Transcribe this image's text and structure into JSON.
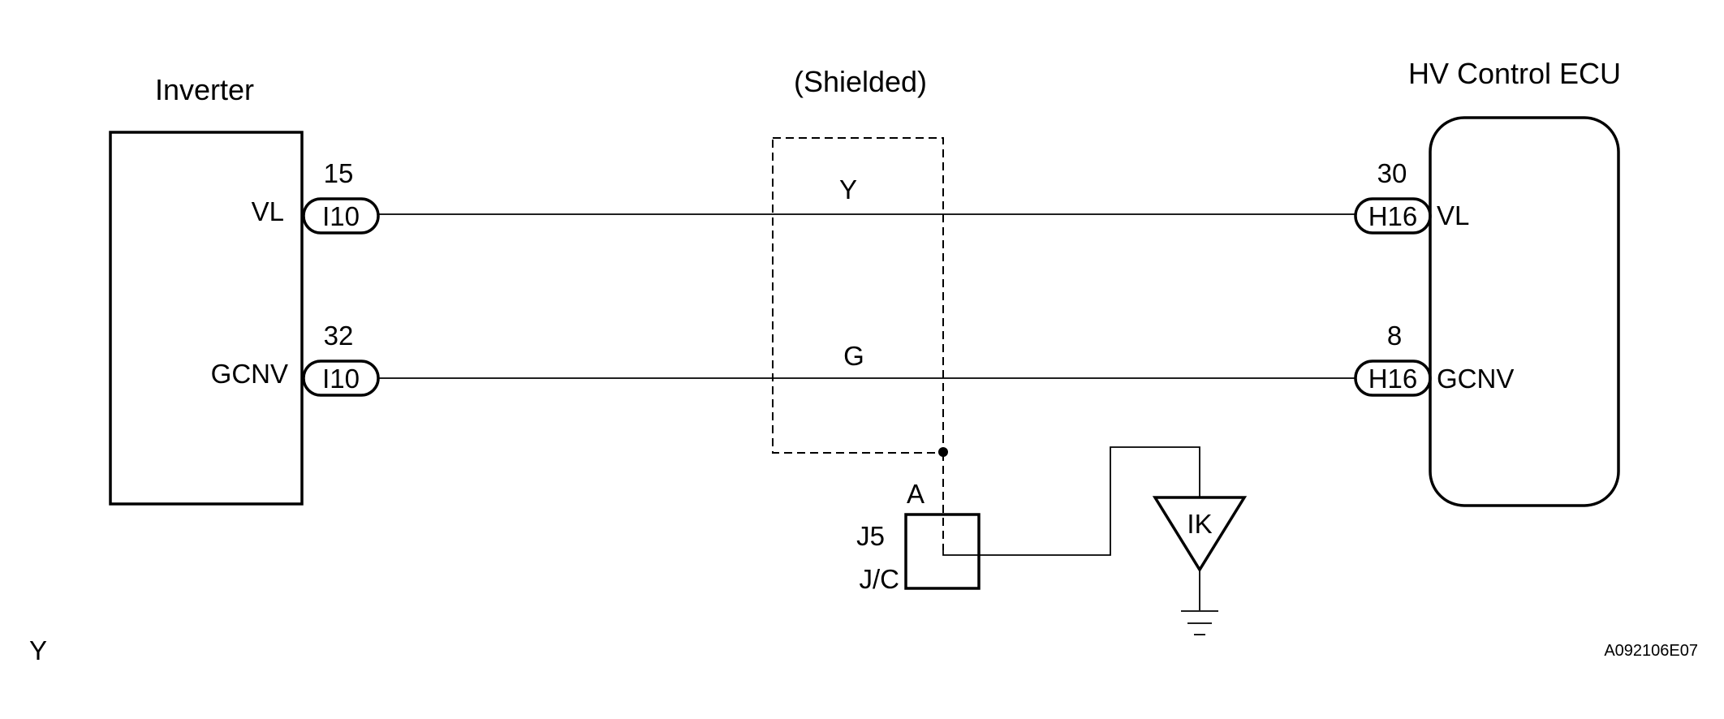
{
  "left_component": {
    "title": "Inverter",
    "terminals": [
      {
        "name": "VL",
        "pin": "15",
        "connector": "I10"
      },
      {
        "name": "GCNV",
        "pin": "32",
        "connector": "I10"
      }
    ]
  },
  "right_component": {
    "title": "HV Control ECU",
    "terminals": [
      {
        "name": "VL",
        "pin": "30",
        "connector": "H16"
      },
      {
        "name": "GCNV",
        "pin": "8",
        "connector": "H16"
      }
    ]
  },
  "shield": {
    "label": "(Shielded)",
    "wire_colors": [
      "Y",
      "G"
    ]
  },
  "junction": {
    "pin": "A",
    "connector": "J5",
    "type": "J/C"
  },
  "ground": {
    "label": "IK"
  },
  "footer": {
    "left_note": "Y",
    "figure_id": "A092106E07"
  }
}
